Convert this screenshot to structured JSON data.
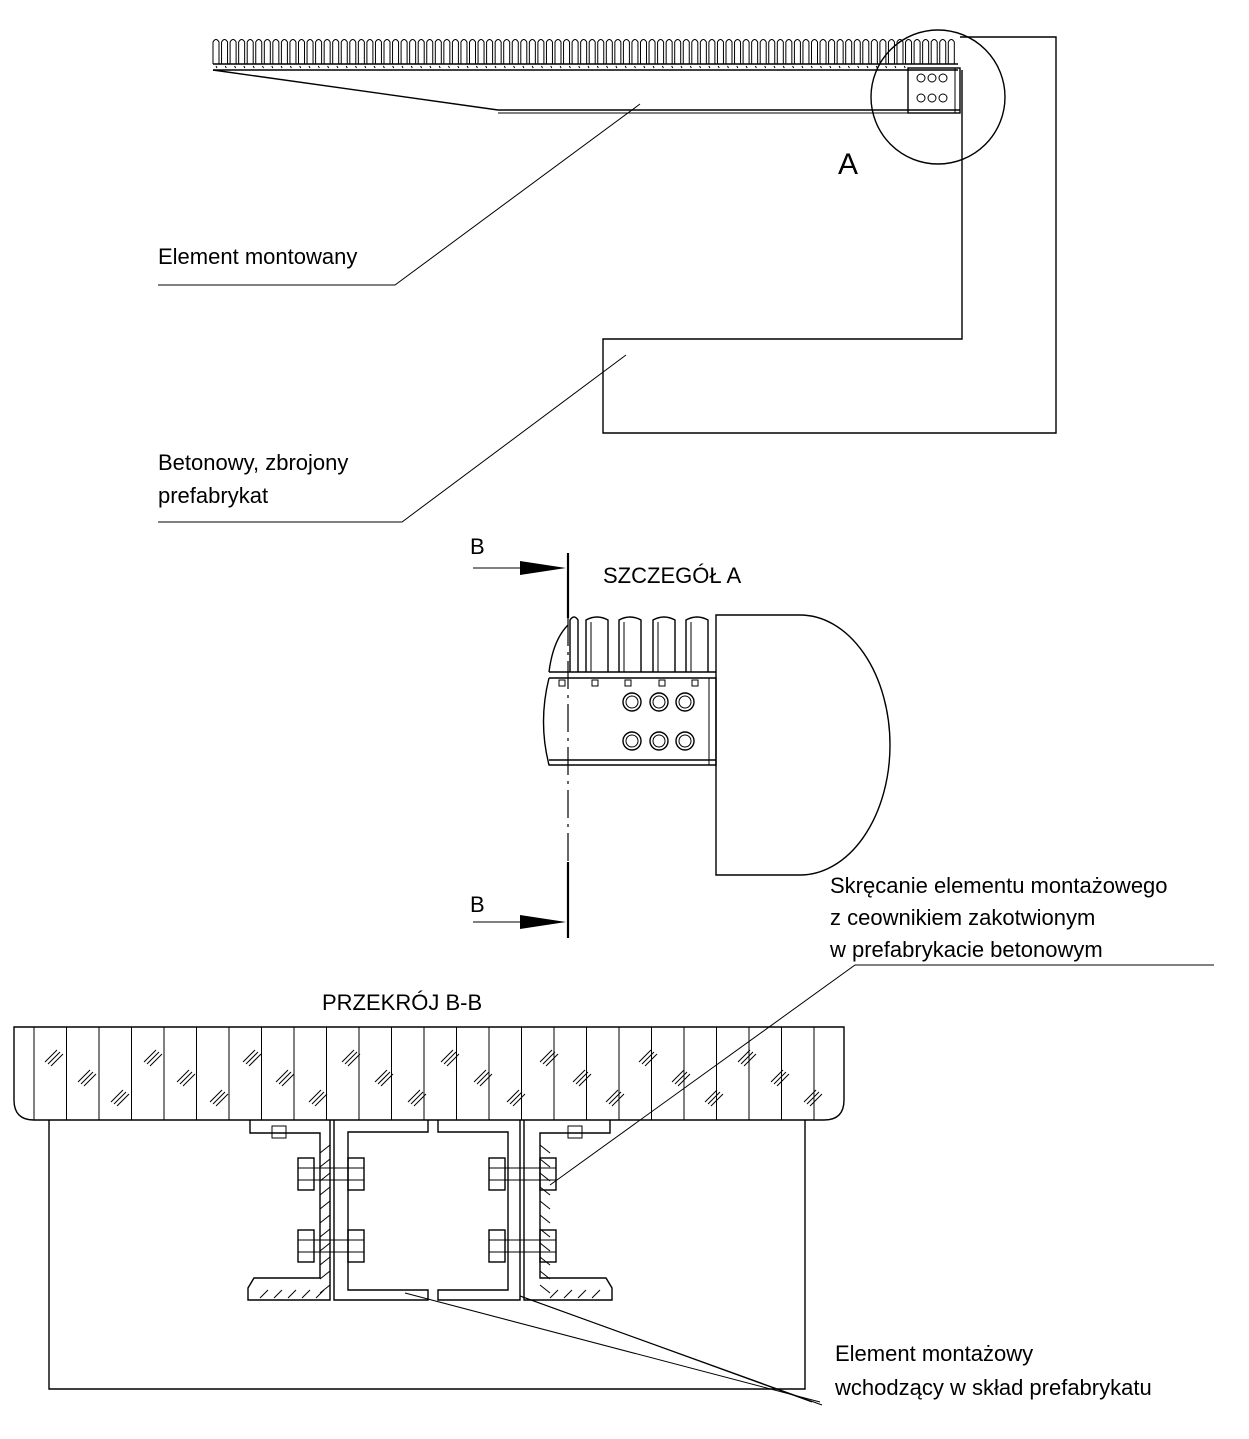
{
  "labels": {
    "detail_marker": "A",
    "mounted_element": "Element montowany",
    "precast_line1": "Betonowy, zbrojony",
    "precast_line2": "prefabrykat",
    "section_mark_top": "B",
    "section_mark_bottom": "B",
    "detail_title": "SZCZEGÓŁ A",
    "bolting_line1": "Skręcanie elementu montażowego",
    "bolting_line2": "z ceownikiem zakotwionym",
    "bolting_line3": "w prefabrykacie betonowym",
    "section_title": "PRZEKRÓJ B-B",
    "assembly_line1": "Element montażowy",
    "assembly_line2": "wchodzący w skład prefabrykatu"
  }
}
